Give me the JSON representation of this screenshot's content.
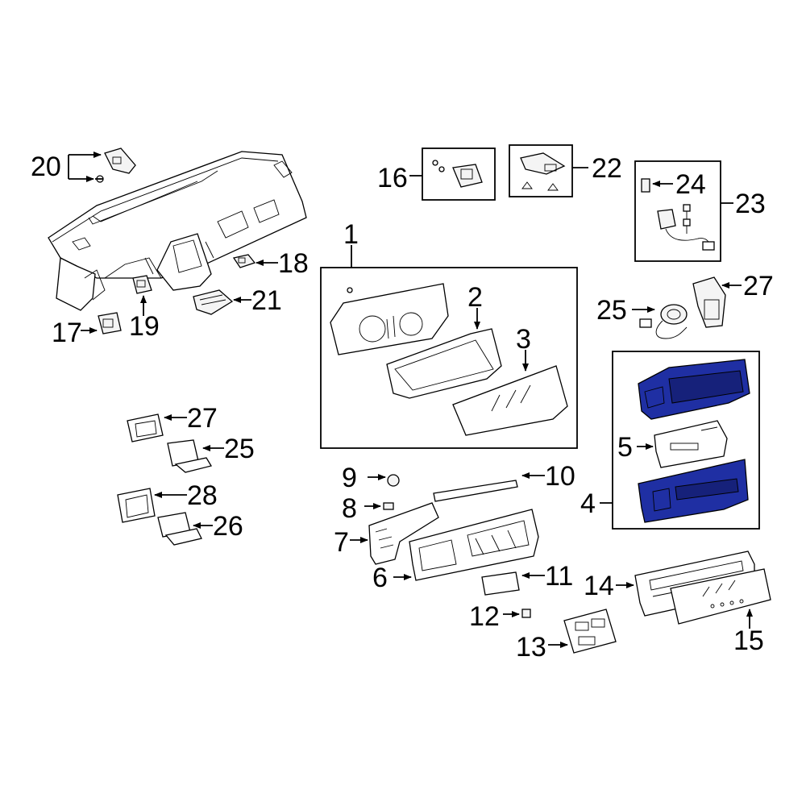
{
  "colors": {
    "highlight": "#1f2fa3",
    "line": "#000000",
    "background": "#ffffff"
  },
  "callouts": {
    "c1": "1",
    "c2": "2",
    "c3": "3",
    "c4": "4",
    "c5": "5",
    "c6": "6",
    "c7": "7",
    "c8": "8",
    "c9": "9",
    "c10": "10",
    "c11": "11",
    "c12": "12",
    "c13": "13",
    "c14": "14",
    "c15": "15",
    "c16": "16",
    "c17": "17",
    "c18": "18",
    "c19": "19",
    "c20": "20",
    "c21": "21",
    "c22": "22",
    "c23": "23",
    "c24": "24",
    "c25a": "25",
    "c25b": "25",
    "c26": "26",
    "c27a": "27",
    "c27b": "27",
    "c28": "28"
  }
}
